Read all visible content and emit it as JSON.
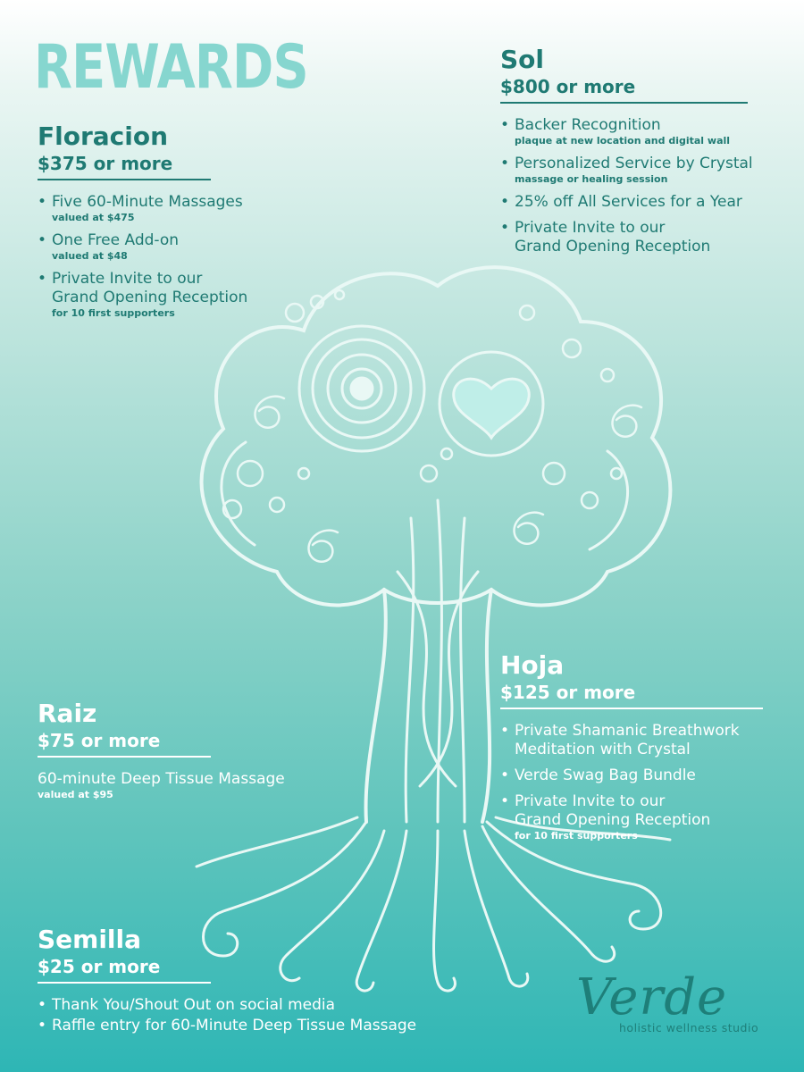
{
  "title": "REWARDS",
  "tiers": {
    "floracion": {
      "name": "Floracion",
      "price": "$375 or more",
      "items": [
        {
          "main": "Five 60-Minute Massages",
          "sub": "valued at $475"
        },
        {
          "main": "One Free Add-on",
          "sub": "valued at $48"
        },
        {
          "main": "Private Invite to our\nGrand Opening Reception",
          "sub": "for 10 first supporters"
        }
      ]
    },
    "sol": {
      "name": "Sol",
      "price": "$800 or more",
      "items": [
        {
          "main": "Backer Recognition",
          "sub": "plaque at new location and digital wall"
        },
        {
          "main": "Personalized Service by Crystal",
          "sub": "massage or healing session"
        },
        {
          "main": "25% off All Services for a Year",
          "sub": ""
        },
        {
          "main": "Private Invite to our\nGrand Opening Reception",
          "sub": ""
        }
      ]
    },
    "hoja": {
      "name": "Hoja",
      "price": "$125 or more",
      "items": [
        {
          "main": "Private Shamanic Breathwork\nMeditation with Crystal",
          "sub": ""
        },
        {
          "main": "Verde Swag Bag Bundle",
          "sub": ""
        },
        {
          "main": "Private Invite to our\nGrand Opening Reception",
          "sub": "for 10 first supporters"
        }
      ]
    },
    "raiz": {
      "name": "Raiz",
      "price": "$75 or more",
      "main": "60-minute Deep Tissue Massage",
      "sub": "valued at $95"
    },
    "semilla": {
      "name": "Semilla",
      "price": "$25 or more",
      "items": [
        {
          "main": "Thank You/Shout Out on social media"
        },
        {
          "main": "Raffle entry for 60-Minute Deep Tissue Massage"
        }
      ]
    }
  },
  "logo": {
    "name": "Verde",
    "tagline": "holistic wellness studio"
  },
  "colors": {
    "dark_teal": "#1f7a73",
    "title_teal": "#86d6cf",
    "white": "#ffffff"
  },
  "icons": [
    "tree-of-life-illustration",
    "heart-icon",
    "spiral-icon"
  ]
}
